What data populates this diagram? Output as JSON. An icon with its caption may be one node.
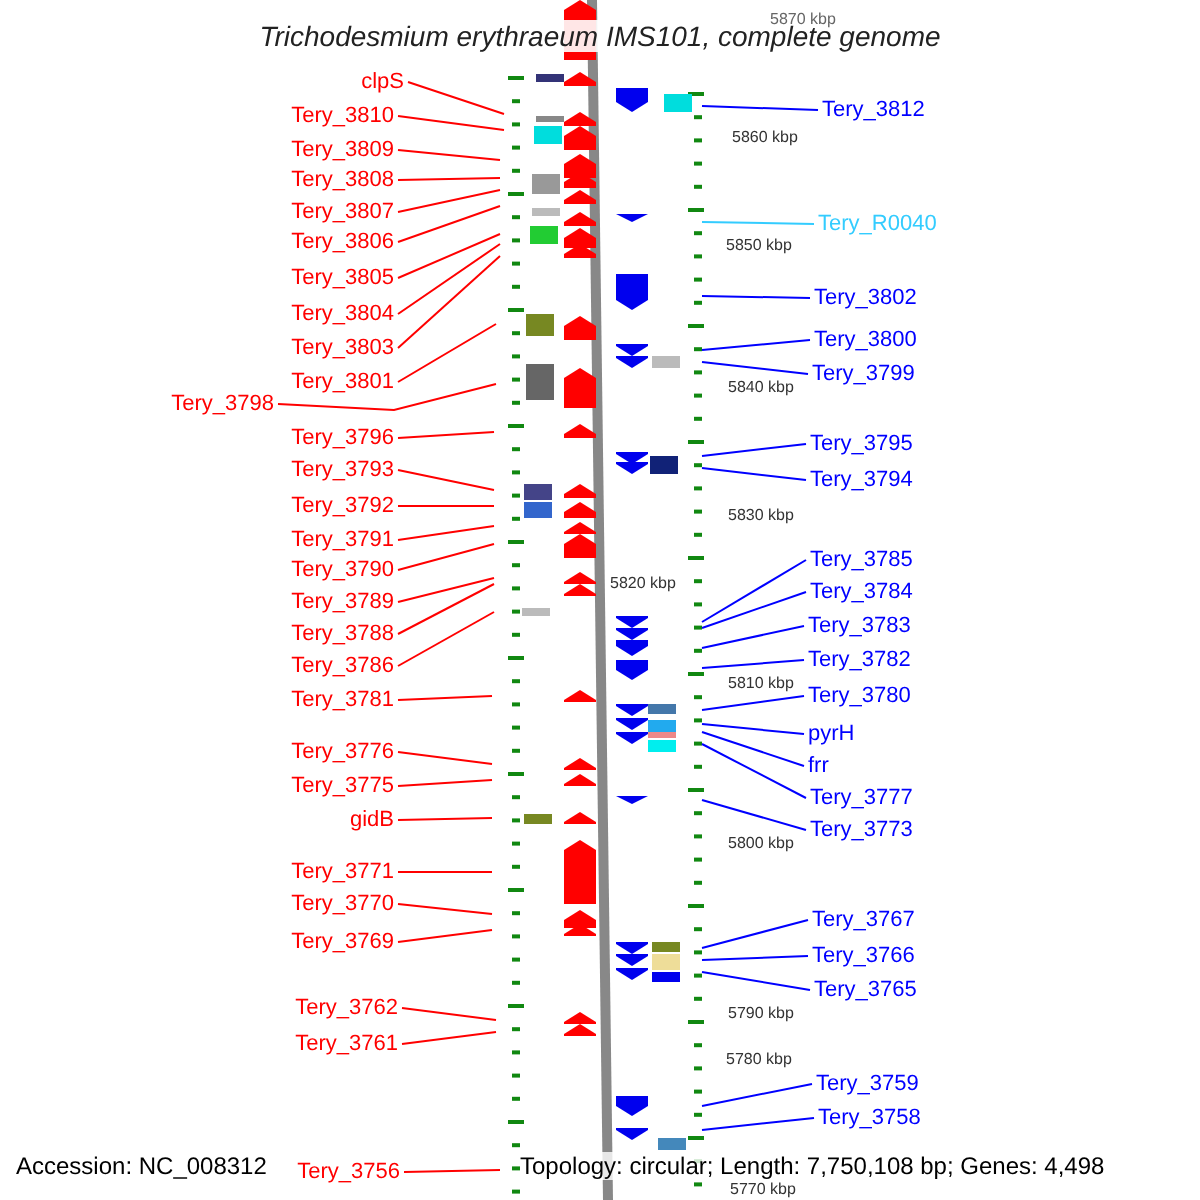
{
  "diagram": {
    "title": "Trichodesmium erythraeum IMS101, complete genome",
    "nodes": [
      {
        "text": [
          "clpS"
        ]
      },
      {
        "text": [
          "Tery_3810"
        ]
      },
      {
        "text": [
          "Tery_3809"
        ]
      },
      {
        "text": [
          "Tery_3808"
        ]
      },
      {
        "text": [
          "Tery_3807"
        ]
      },
      {
        "text": [
          "Tery_3806"
        ]
      },
      {
        "text": [
          "Tery_3805"
        ]
      },
      {
        "text": [
          "Tery_3804"
        ]
      },
      {
        "text": [
          "Tery_3803"
        ]
      },
      {
        "text": [
          "Tery_3801"
        ]
      },
      {
        "text": [
          "Tery_3798"
        ]
      },
      {
        "text": [
          "Tery_3796"
        ]
      },
      {
        "text": [
          "Tery_3793"
        ]
      },
      {
        "text": [
          "Tery_3792"
        ]
      },
      {
        "text": [
          "Tery_3791"
        ]
      },
      {
        "text": [
          "Tery_3790"
        ]
      },
      {
        "text": [
          "Tery_3789"
        ]
      },
      {
        "text": [
          "Tery_3788"
        ]
      },
      {
        "text": [
          "Tery_3786"
        ]
      },
      {
        "text": [
          "Tery_3781"
        ]
      },
      {
        "text": [
          "Tery_3776"
        ]
      },
      {
        "text": [
          "Tery_3775"
        ]
      },
      {
        "text": [
          "gidB"
        ]
      },
      {
        "text": [
          "Tery_3771"
        ]
      },
      {
        "text": [
          "Tery_3770"
        ]
      },
      {
        "text": [
          "Tery_3769"
        ]
      },
      {
        "text": [
          "Tery_3762"
        ]
      },
      {
        "text": [
          "Tery_3761"
        ]
      },
      {
        "text": [
          "Tery_3756"
        ]
      },
      {
        "text": [
          "Tery_3812"
        ]
      },
      {
        "text": [
          "Tery_R0040"
        ]
      },
      {
        "text": [
          "Tery_3802"
        ]
      },
      {
        "text": [
          "Tery_3800"
        ]
      },
      {
        "text": [
          "Tery_3799"
        ]
      },
      {
        "text": [
          "Tery_3795"
        ]
      },
      {
        "text": [
          "Tery_3794"
        ]
      },
      {
        "text": [
          "Tery_3785"
        ]
      },
      {
        "text": [
          "Tery_3784"
        ]
      },
      {
        "text": [
          "Tery_3783"
        ]
      },
      {
        "text": [
          "Tery_3782"
        ]
      },
      {
        "text": [
          "Tery_3780"
        ]
      },
      {
        "text": [
          "pyrH"
        ]
      },
      {
        "text": [
          "frr"
        ]
      },
      {
        "text": [
          "Tery_3777"
        ]
      },
      {
        "text": [
          "Tery_3773"
        ]
      },
      {
        "text": [
          "Tery_3767"
        ]
      },
      {
        "text": [
          "Tery_3766"
        ]
      },
      {
        "text": [
          "Tery_3765"
        ]
      },
      {
        "text": [
          "Tery_3759"
        ]
      },
      {
        "text": [
          "Tery_3758"
        ]
      }
    ],
    "edges": [
      {
        "from": 0,
        "to": null,
        "arrow": "none"
      },
      {
        "from": 1,
        "to": null,
        "arrow": "none"
      },
      {
        "from": 2,
        "to": null,
        "arrow": "none"
      },
      {
        "from": 3,
        "to": null,
        "arrow": "none"
      },
      {
        "from": 4,
        "to": null,
        "arrow": "none"
      },
      {
        "from": 5,
        "to": null,
        "arrow": "none"
      },
      {
        "from": 6,
        "to": null,
        "arrow": "none"
      },
      {
        "from": 7,
        "to": null,
        "arrow": "none"
      },
      {
        "from": 8,
        "to": null,
        "arrow": "none"
      },
      {
        "from": 9,
        "to": null,
        "arrow": "none"
      },
      {
        "from": 10,
        "to": null,
        "arrow": "none"
      },
      {
        "from": 11,
        "to": null,
        "arrow": "none"
      },
      {
        "from": 12,
        "to": null,
        "arrow": "none"
      },
      {
        "from": 13,
        "to": null,
        "arrow": "none"
      },
      {
        "from": 14,
        "to": null,
        "arrow": "none"
      },
      {
        "from": 15,
        "to": null,
        "arrow": "none"
      },
      {
        "from": 16,
        "to": null,
        "arrow": "none"
      },
      {
        "from": 17,
        "to": null,
        "arrow": "none"
      },
      {
        "from": 18,
        "to": null,
        "arrow": "none"
      },
      {
        "from": 19,
        "to": null,
        "arrow": "none"
      },
      {
        "from": 20,
        "to": null,
        "arrow": "none"
      },
      {
        "from": 21,
        "to": null,
        "arrow": "none"
      },
      {
        "from": 22,
        "to": null,
        "arrow": "none"
      },
      {
        "from": 23,
        "to": null,
        "arrow": "none"
      },
      {
        "from": 24,
        "to": null,
        "arrow": "none"
      },
      {
        "from": 25,
        "to": null,
        "arrow": "none"
      },
      {
        "from": 26,
        "to": null,
        "arrow": "none"
      },
      {
        "from": 27,
        "to": null,
        "arrow": "none"
      },
      {
        "from": 28,
        "to": null,
        "arrow": "none"
      },
      {
        "from": 29,
        "to": null,
        "arrow": "none",
        "color": "#0000ff"
      },
      {
        "from": 30,
        "to": null,
        "arrow": "none",
        "color": "#33ccff"
      },
      {
        "from": 31,
        "to": null,
        "arrow": "none",
        "color": "#0000ff"
      },
      {
        "from": 32,
        "to": null,
        "arrow": "none",
        "color": "#0000ff"
      },
      {
        "from": 33,
        "to": null,
        "arrow": "none",
        "color": "#0000ff"
      },
      {
        "from": 34,
        "to": null,
        "arrow": "none",
        "color": "#0000ff"
      },
      {
        "from": 35,
        "to": null,
        "arrow": "none",
        "color": "#0000ff"
      },
      {
        "from": 36,
        "to": null,
        "arrow": "none",
        "color": "#0000ff"
      },
      {
        "from": 37,
        "to": null,
        "arrow": "none",
        "color": "#0000ff"
      },
      {
        "from": 38,
        "to": null,
        "arrow": "none",
        "color": "#0000ff"
      },
      {
        "from": 39,
        "to": null,
        "arrow": "none",
        "color": "#0000ff"
      },
      {
        "from": 40,
        "to": null,
        "arrow": "none",
        "color": "#0000ff"
      },
      {
        "from": 41,
        "to": null,
        "arrow": "none",
        "color": "#0000ff"
      },
      {
        "from": 42,
        "to": null,
        "arrow": "none",
        "color": "#0000ff"
      },
      {
        "from": 43,
        "to": null,
        "arrow": "none",
        "color": "#0000ff"
      },
      {
        "from": 44,
        "to": null,
        "arrow": "none",
        "color": "#0000ff"
      },
      {
        "from": 45,
        "to": null,
        "arrow": "none",
        "color": "#0000ff"
      },
      {
        "from": 46,
        "to": null,
        "arrow": "none",
        "color": "#0000ff"
      },
      {
        "from": 47,
        "to": null,
        "arrow": "none",
        "color": "#0000ff"
      },
      {
        "from": 48,
        "to": null,
        "arrow": "none",
        "color": "#0000ff"
      },
      {
        "from": 49,
        "to": null,
        "arrow": "none",
        "color": "#0000ff"
      }
    ],
    "labels": [
      "5870 kbp",
      "5860 kbp",
      "5850 kbp",
      "5840 kbp",
      "5830 kbp",
      "5820 kbp",
      "5810 kbp",
      "5800 kbp",
      "5790 kbp",
      "5780 kbp",
      "5770 kbp",
      "Accession: NC_008312",
      "Topology: circular; Length: 7,750,108 bp; Genes: 4,498"
    ]
  }
}
